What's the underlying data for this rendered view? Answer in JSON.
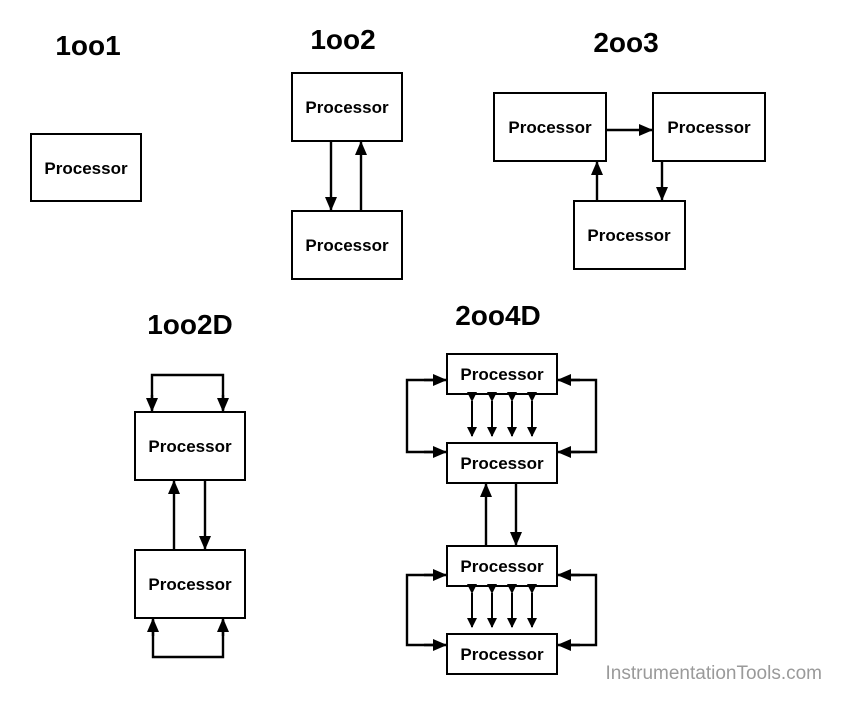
{
  "architectures": [
    {
      "title": "1oo1",
      "processors": [
        "Processor"
      ]
    },
    {
      "title": "1oo2",
      "processors": [
        "Processor",
        "Processor"
      ]
    },
    {
      "title": "2oo3",
      "processors": [
        "Processor",
        "Processor",
        "Processor"
      ]
    },
    {
      "title": "1oo2D",
      "processors": [
        "Processor",
        "Processor"
      ]
    },
    {
      "title": "2oo4D",
      "processors": [
        "Processor",
        "Processor",
        "Processor",
        "Processor"
      ]
    }
  ],
  "watermark": "InstrumentationTools.com",
  "colors": {
    "stroke": "#000000",
    "background": "#ffffff",
    "watermark": "#9a9a9a"
  }
}
